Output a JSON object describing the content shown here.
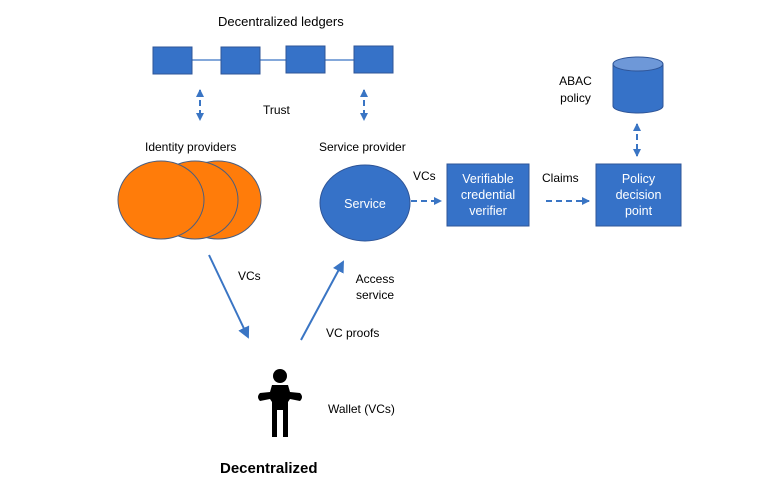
{
  "title": "Decentralized",
  "colors": {
    "blue": "#3672C8",
    "blue_dark": "#2F5597",
    "orange": "#FF7C0A",
    "arrow": "#3A75C4",
    "text": "#000000"
  },
  "ledger": {
    "label": "Decentralized ledgers",
    "block_count": 4,
    "trust_label": "Trust"
  },
  "identity_providers": {
    "label": "Identity providers",
    "count": 3
  },
  "service_provider": {
    "label": "Service provider",
    "service_label": "Service"
  },
  "verifier": {
    "line1": "Verifiable",
    "line2": "credential",
    "line3": "verifier"
  },
  "pdp": {
    "line1": "Policy",
    "line2": "decision",
    "line3": "point"
  },
  "abac": {
    "line1": "ABAC",
    "line2": "policy"
  },
  "edges": {
    "service_to_verifier": "VCs",
    "verifier_to_pdp": "Claims",
    "idp_to_wallet": "VCs",
    "wallet_to_service_1": "Access",
    "wallet_to_service_2": "service",
    "wallet_proofs": "VC proofs"
  },
  "wallet": {
    "label": "Wallet (VCs)"
  }
}
